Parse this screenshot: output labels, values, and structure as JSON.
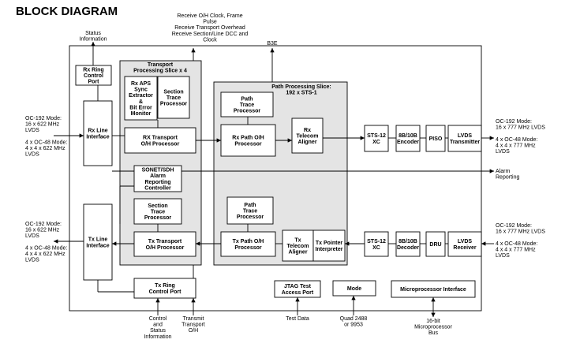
{
  "title": "BLOCK DIAGRAM",
  "top_labels": {
    "status_info": [
      "Status",
      "Information"
    ],
    "receive_oh": [
      "Receive O/H Clock, Frame",
      "Pulse",
      "Receive Transport Overhead",
      "Receive Section/Line DCC and",
      "Clock"
    ],
    "b3e": [
      "B3E"
    ]
  },
  "slices": {
    "transport": [
      "Transport",
      "Processing Slice x 4"
    ],
    "path": [
      "Path Processing Slice:",
      "192 x STS-1"
    ]
  },
  "blocks": {
    "rx_ring": [
      "Rx Ring",
      "Control",
      "Port"
    ],
    "rx_aps": [
      "Rx APS",
      "Sync",
      "Extractor",
      "&",
      "Bit Error",
      "Monitor"
    ],
    "rx_section_trace": [
      "Section",
      "Trace",
      "Processor"
    ],
    "rx_line": [
      "Rx Line",
      "Interface"
    ],
    "rx_transport": [
      "RX Transport",
      "O/H Processor"
    ],
    "rx_path_trace": [
      "Path",
      "Trace",
      "Processor"
    ],
    "rx_path_oh": [
      "Rx Path O/H",
      "Processor"
    ],
    "rx_telecom": [
      "Rx",
      "Telecom",
      "Aligner"
    ],
    "sonet_alarm": [
      "SONET/SDH",
      "Alarm",
      "Reporting",
      "Controller"
    ],
    "tx_line": [
      "Tx Line",
      "Interface"
    ],
    "tx_section_trace": [
      "Section",
      "Trace",
      "Processor"
    ],
    "tx_transport": [
      "Tx Transport",
      "O/H Processor"
    ],
    "tx_path_trace": [
      "Path",
      "Trace",
      "Processor"
    ],
    "tx_path_oh": [
      "Tx Path O/H",
      "Processor"
    ],
    "tx_telecom": [
      "Tx",
      "Telecom",
      "Aligner"
    ],
    "tx_pointer": [
      "Tx Pointer",
      "Interpreter"
    ],
    "rx_sts12": [
      "STS-12",
      "XC"
    ],
    "enc_8b10b": [
      "8B/10B",
      "Encoder"
    ],
    "piso": [
      "PISO"
    ],
    "lvds_tx": [
      "LVDS",
      "Transmitter"
    ],
    "tx_sts12": [
      "STS-12",
      "XC"
    ],
    "dec_8b10b": [
      "8B/10B",
      "Decoder"
    ],
    "dru": [
      "DRU"
    ],
    "lvds_rx": [
      "LVDS",
      "Receiver"
    ],
    "tx_ring": [
      "Tx Ring",
      "Control Port"
    ],
    "jtag": [
      "JTAG Test",
      "Access Port"
    ],
    "mode": [
      "Mode"
    ],
    "micro": [
      "Microprocessor Interface"
    ]
  },
  "side_labels": {
    "left_top": [
      "OC-192 Mode:",
      "16 x 622 MHz",
      "LVDS",
      "",
      "4 x OC-48 Mode:",
      "4 x 4 x 622 MHz",
      "LVDS"
    ],
    "left_bottom": [
      "OC-192 Mode:",
      "16 x 622 MHz",
      "LVDS",
      "",
      "4 x OC-48 Mode:",
      "4 x 4 x 622 MHz",
      "LVDS"
    ],
    "right_top": [
      "OC-192 Mode:",
      "16 x 777 MHz LVDS",
      "",
      "4 x OC-48 Mode:",
      "4 x 4 x 777 MHz",
      "LVDS"
    ],
    "right_alarm": [
      "Alarm",
      "Reporting"
    ],
    "right_bottom": [
      "OC-192 Mode:",
      "16 x 777 MHz LVDS",
      "",
      "4 x OC-48 Mode:",
      "4 x 4 x 777 MHz",
      "LVDS"
    ]
  },
  "bottom_labels": {
    "control_status": [
      "Control",
      "and",
      "Status",
      "Information"
    ],
    "transmit_transport": [
      "Transmit",
      "Transport",
      "O/H"
    ],
    "test_data": [
      "Test Data"
    ],
    "quad": [
      "Quad 2488",
      "or 9953"
    ],
    "bus": [
      "16-bit",
      "Microprocessor",
      "Bus"
    ]
  }
}
